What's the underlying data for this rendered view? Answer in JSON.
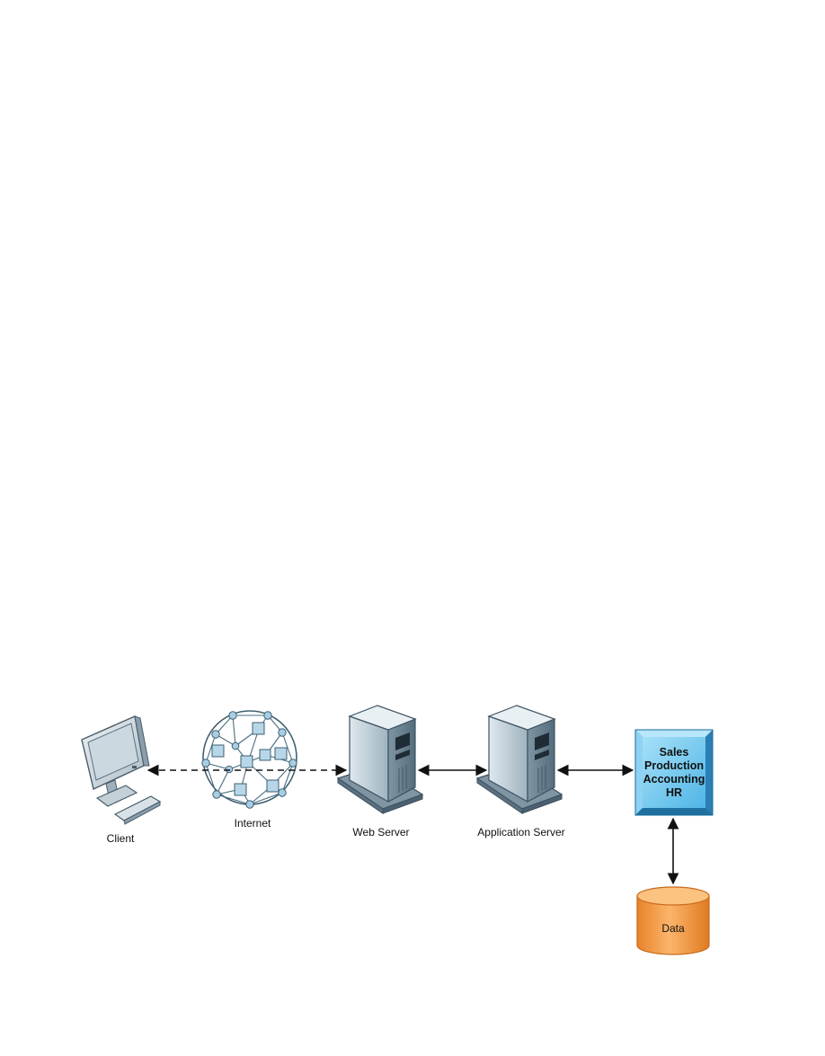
{
  "nodes": {
    "client": {
      "label": "Client"
    },
    "internet": {
      "label": "Internet"
    },
    "web_server": {
      "label": "Web Server"
    },
    "app_server": {
      "label": "Application Server"
    },
    "erp": {
      "modules": [
        "Sales",
        "Production",
        "Accounting",
        "HR"
      ]
    },
    "data": {
      "label": "Data"
    }
  },
  "edges": [
    {
      "from": "client",
      "to": "web_server",
      "via": "internet",
      "style": "dashed",
      "bidirectional": true
    },
    {
      "from": "web_server",
      "to": "app_server",
      "style": "solid",
      "bidirectional": true
    },
    {
      "from": "app_server",
      "to": "erp",
      "style": "solid",
      "bidirectional": true
    },
    {
      "from": "erp",
      "to": "data",
      "style": "solid",
      "bidirectional": true
    }
  ],
  "colors": {
    "erp_fill": "#7ccdf0",
    "erp_border": "#1e88c8",
    "data_fill": "#f5a04a",
    "data_border": "#c86a1a",
    "server_body": "#b8c8d2",
    "network_line": "#4a6c80",
    "network_node": "#a9cde2"
  }
}
